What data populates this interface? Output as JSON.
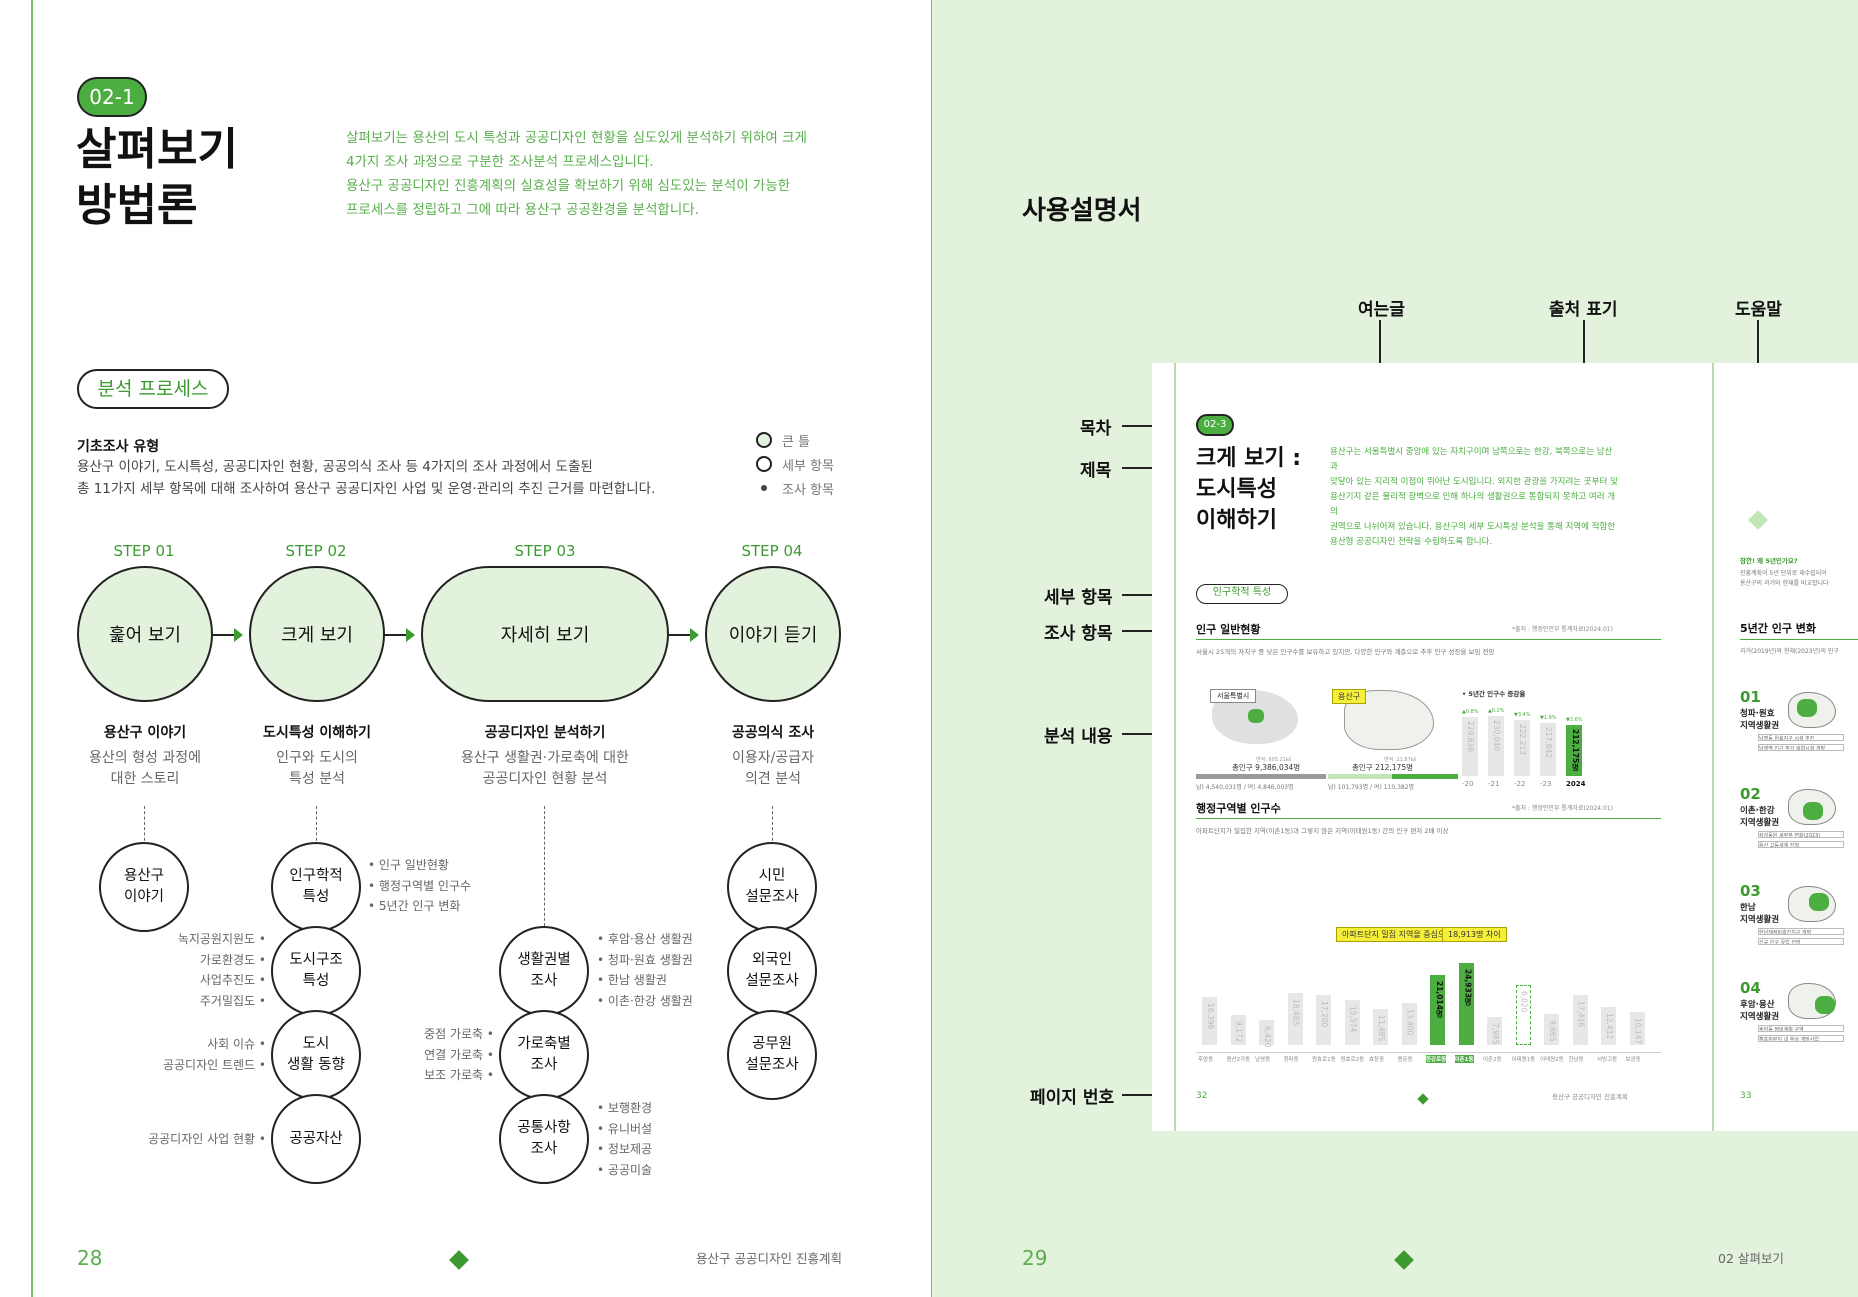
{
  "left": {
    "badge": "02-1",
    "title_line1": "살펴보기",
    "title_line2": "방법론",
    "intro": [
      "살펴보기는 용산의 도시 특성과 공공디자인 현황을 심도있게 분석하기 위하여 크게",
      "4가지 조사 과정으로 구분한 조사분석 프로세스입니다.",
      "용산구 공공디자인 진흥계획의 실효성을 확보하기 위해 심도있는 분석이 가능한",
      "프로세스를 정립하고 그에 따라 용산구 공공환경을 분석합니다."
    ],
    "process_pill": "분석 프로세스",
    "basic_title": "기초조사 유형",
    "basic_desc1": "용산구 이야기, 도시특성, 공공디자인 현황, 공공의식 조사 등 4가지의 조사 과정에서 도출된",
    "basic_desc2": "총 11가지 세부 항목에 대해 조사하여 용산구 공공디자인 사업 및 운영·관리의 추진 근거를 마련합니다.",
    "legend": [
      "큰 틀",
      "세부 항목",
      "조사 항목"
    ],
    "steps": [
      {
        "label": "STEP 01",
        "name": "훑어 보기",
        "title": "용산구 이야기",
        "desc1": "용산의 형성 과정에",
        "desc2": "대한 스토리"
      },
      {
        "label": "STEP 02",
        "name": "크게 보기",
        "title": "도시특성 이해하기",
        "desc1": "인구와 도시의",
        "desc2": "특성 분석"
      },
      {
        "label": "STEP 03",
        "name": "자세히 보기",
        "title": "공공디자인 분석하기",
        "desc1": "용산구 생활권·가로축에 대한",
        "desc2": "공공디자인 현황 분석"
      },
      {
        "label": "STEP 04",
        "name": "이야기 듣기",
        "title": "공공의식 조사",
        "desc1": "이용자/공급자",
        "desc2": "의견 분석"
      }
    ],
    "nodes": {
      "n1": [
        "용산구",
        "이야기"
      ],
      "n2a": [
        "인구학적",
        "특성"
      ],
      "n2b": [
        "도시구조",
        "특성"
      ],
      "n2c": [
        "도시",
        "생활 동향"
      ],
      "n2d": [
        "공공자산"
      ],
      "n3a": [
        "생활권별",
        "조사"
      ],
      "n3b": [
        "가로축별",
        "조사"
      ],
      "n3c": [
        "공통사항",
        "조사"
      ],
      "n4a": [
        "시민",
        "설문조사"
      ],
      "n4b": [
        "외국인",
        "설문조사"
      ],
      "n4c": [
        "공무원",
        "설문조사"
      ]
    },
    "items": {
      "pop": [
        "인구 일반현황",
        "행정구역별 인구수",
        "5년간 인구 변화"
      ],
      "struct": [
        "녹지공원지원도",
        "가로환경도",
        "사업추진도",
        "주거밀집도"
      ],
      "trend": [
        "사회 이슈",
        "공공디자인 트렌드"
      ],
      "asset": [
        "공공디자인 사업 현황"
      ],
      "living": [
        "후암·용산 생활권",
        "청파·원효 생활권",
        "한남 생활권",
        "이촌·한강 생활권"
      ],
      "street": [
        "중점 가로축",
        "연결 가로축",
        "보조 가로축"
      ],
      "common": [
        "보행환경",
        "유니버설",
        "정보제공",
        "공공미술"
      ]
    },
    "page_num": "28",
    "footer": "용산구 공공디자인 진흥계획"
  },
  "right": {
    "title": "사용설명서",
    "top_labels": [
      "여는글",
      "출처 표기",
      "도움말"
    ],
    "side_labels": [
      "목차",
      "제목",
      "세부 항목",
      "조사 항목",
      "분석 내용",
      "페이지 번호"
    ],
    "page_num": "29",
    "footer": "02 살펴보기",
    "card": {
      "badge": "02-3",
      "title": [
        "크게 보기 :",
        "도시특성",
        "이해하기"
      ],
      "intro": [
        "용산구는 서울특별시 중앙에 있는 자치구이며 남쪽으로는 한강, 북쪽으로는 남산과",
        "맞닿아 있는 지리적 이점이 뛰어난 도시입니다. 외지한 관광을 가지려는 곳부터 및",
        "용산기지 같은 물리적 장벽으로 인해 하나의 생활권으로 통합되지 못하고 여러 개의",
        "권역으로 나뉘어져 있습니다. 용산구의 세부 도시특성 분석을 통해 지역에 적합한",
        "용산형 공공디자인 전략을 수립하도록 합니다."
      ],
      "pill": "인구학적 특성",
      "sec1_title": "인구 일반현황",
      "sec1_source": "*출처 : 행정안전부 통계자료(2024.01)",
      "sec1_desc": "서울시 25개의 자치구 중 낮은 인구수를 보유하고 있지만, 다양한 인구와 계층으로 추후 인구 성장을 보임 전망",
      "seoul_tag": "서울특별시",
      "yongsan_tag": "용산구",
      "seoul_area": "면적: 605.21㎢",
      "seoul_total": "총인구 9,386,034명",
      "seoul_split": "남) 4,540,031명 / 여) 4,846,003명",
      "yong_area": "면적: 21.87㎢",
      "yong_total": "총인구 212,175명",
      "yong_split": "남) 101,793명 / 여) 110,382명",
      "trend_title": "• 5년간 인구수 증감율",
      "trend_bars": [
        {
          "year": "-20",
          "value": "229,636",
          "pct": "▲0.8%",
          "ratio": 0.95
        },
        {
          "year": "-21",
          "value": "230,040",
          "pct": "▲0.2%",
          "ratio": 0.96
        },
        {
          "year": "-22",
          "value": "222,213",
          "pct": "▼3.4%",
          "ratio": 0.9
        },
        {
          "year": "-23",
          "value": "217,842",
          "pct": "▼1.9%",
          "ratio": 0.86
        },
        {
          "year": "2024",
          "value": "212,175명",
          "pct": "▼2.6%",
          "ratio": 0.82
        }
      ],
      "sec2_title": "행정구역별 인구수",
      "sec2_source": "*출처 : 행정안전부 통계자료(2024.01)",
      "sec2_desc": "아파트단지가 밀집한 지역(이촌1동)과 그렇지 않은 지역(이태원1동) 간의 인구 편차 2배 이상",
      "tag_a": "아파트단지 밀집 지역을 중심으로 증가",
      "tag_b": "18,913명 차이",
      "districts": [
        {
          "name": "후암동",
          "value": "16,396",
          "ratio": 0.48
        },
        {
          "name": "용산2가동",
          "value": "9,172",
          "ratio": 0.3
        },
        {
          "name": "남영동",
          "value": "6,420",
          "ratio": 0.25
        },
        {
          "name": "청파동",
          "value": "18,483",
          "ratio": 0.52
        },
        {
          "name": "원효로1동",
          "value": "17,200",
          "ratio": 0.5
        },
        {
          "name": "원효로2동",
          "value": "15,574",
          "ratio": 0.45
        },
        {
          "name": "효창동",
          "value": "11,485",
          "ratio": 0.36
        },
        {
          "name": "용문동",
          "value": "13,400",
          "ratio": 0.42
        },
        {
          "name": "한강로동",
          "value": "21,014명",
          "ratio": 0.7,
          "hl": true
        },
        {
          "name": "이촌1동",
          "value": "24,933명",
          "ratio": 0.82,
          "hl": true
        },
        {
          "name": "이촌2동",
          "value": "7,985",
          "ratio": 0.28
        },
        {
          "name": "이태원1동",
          "value": "6,020",
          "ratio": 0.6,
          "dashed": true
        },
        {
          "name": "이태원2동",
          "value": "9,665",
          "ratio": 0.31
        },
        {
          "name": "한남동",
          "value": "17,416",
          "ratio": 0.5
        },
        {
          "name": "서빙고동",
          "value": "12,412",
          "ratio": 0.38
        },
        {
          "name": "보광동",
          "value": "10,147",
          "ratio": 0.33
        }
      ],
      "card_page": "32",
      "card_footer": "용산구 공공디자인 진흥계획",
      "next_q": "잠깐! 왜 5년인가요?",
      "next_q_text1": "진흥계획이 5년 단위로 재수립되어",
      "next_q_text2": "용산구의 과거와 현재를 비교합니다",
      "next_title": "5년간 인구 변화",
      "next_desc": "과거(2019년)와 현재(2023년)의 인구",
      "next_rows": [
        {
          "num": "01",
          "name1": "청파·원효",
          "name2": "지역생활권",
          "r1": "남영동 원효지구 시설 추진",
          "r2": "남영역 인근 주거 복합시설 개발"
        },
        {
          "num": "02",
          "name1": "이촌·한강",
          "name2": "지역생활권",
          "r1": "삼성동원 세부부 변화(2023)",
          "r2": "용산 고등세계 진척"
        },
        {
          "num": "03",
          "name1": "한남",
          "name2": "지역생활권",
          "r1": "한남재정비촉진지구 개발",
          "r2": "신규 인구 유입 전망"
        },
        {
          "num": "04",
          "name1": "후암·용산",
          "name2": "지역생활권",
          "r1": "후암동 정비계획 구역",
          "r2": "캠프킴부지 내 주상 개발사업"
        }
      ],
      "next_page": "33"
    }
  }
}
